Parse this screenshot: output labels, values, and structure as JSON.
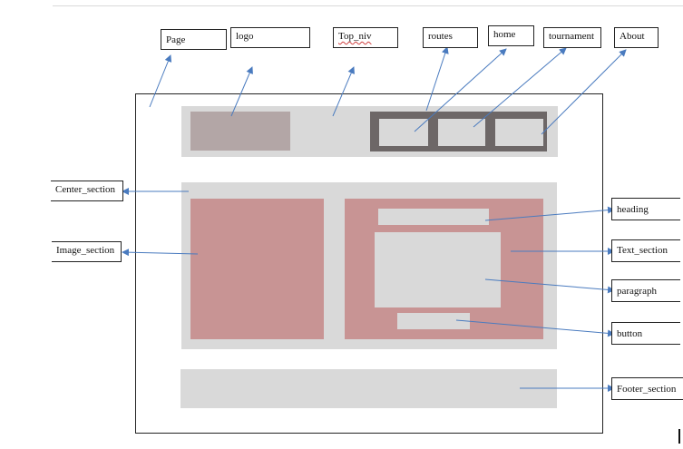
{
  "labels": {
    "page": "Page",
    "logo": "logo",
    "top_niv": "Top_niv",
    "routes": "routes",
    "home": "home",
    "tournament": "tournament",
    "about": "About",
    "center_section": "Center_section",
    "image_section": "Image_section",
    "heading": "heading",
    "text_section": "Text_section",
    "paragraph": "paragraph",
    "button": "button",
    "footer_section": "Footer_section"
  },
  "colors": {
    "wireframe_grey": "#d9d9d9",
    "logo_block": "#b3a6a6",
    "routes_bar": "#6d6767",
    "pink_section": "#c89494",
    "arrow": "#4a7bbf"
  }
}
